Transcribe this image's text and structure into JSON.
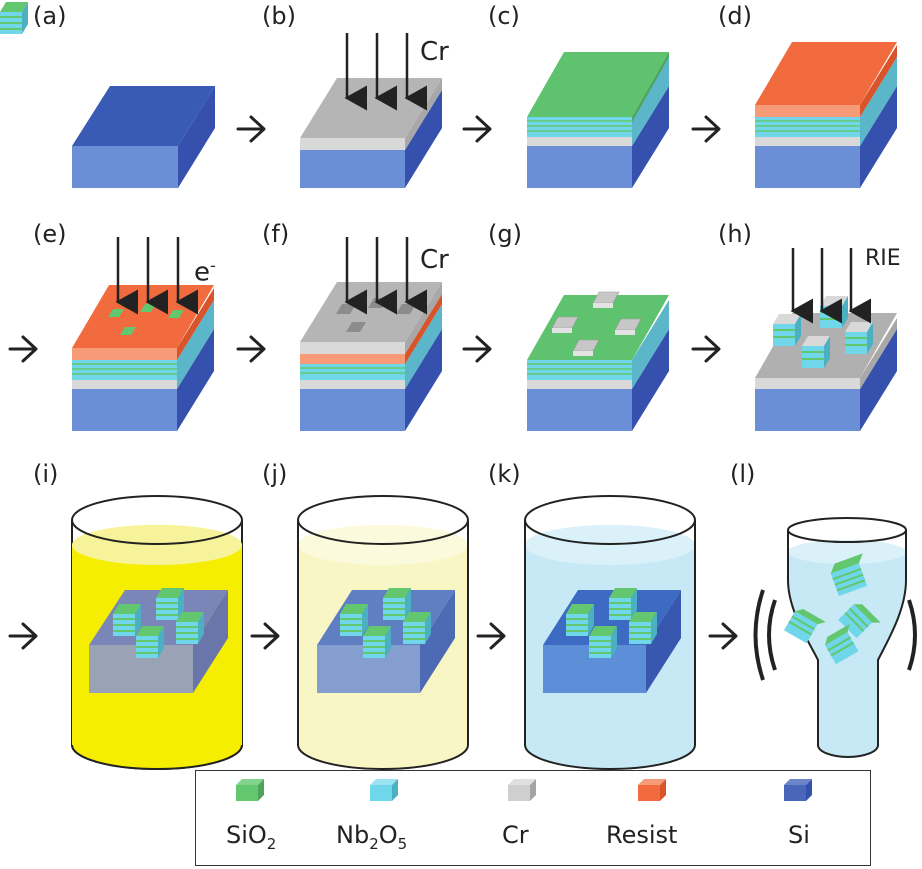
{
  "step_labels": [
    "(a)",
    "(b)",
    "(c)",
    "(d)",
    "(e)",
    "(f)",
    "(g)",
    "(h)",
    "(i)",
    "(j)",
    "(k)",
    "(l)"
  ],
  "annotations": {
    "cr_b": "Cr",
    "electron": "e",
    "electron_sup": "-",
    "cr_f": "Cr",
    "rie": "RIE"
  },
  "legend": [
    {
      "name": "SiO",
      "sub": "2",
      "tail": "",
      "tail_sub": "",
      "color": "#5fc26e"
    },
    {
      "name": "Nb",
      "sub": "2",
      "tail": "O",
      "tail_sub": "5",
      "color": "#66d2e6"
    },
    {
      "name": "Cr",
      "sub": "",
      "tail": "",
      "tail_sub": "",
      "color": "#bdbdbd"
    },
    {
      "name": "Resist",
      "sub": "",
      "tail": "",
      "tail_sub": "",
      "color": "#f26b3e"
    },
    {
      "name": "Si",
      "sub": "",
      "tail": "",
      "tail_sub": "",
      "color": "#3f5fb5"
    }
  ],
  "colors": {
    "si_top": "#3a5bb5",
    "si_front": "#6b8fd6",
    "si_side": "#3550ad",
    "cr": "#bdbdbd",
    "sio2": "#62c76e",
    "nb2o5": "#70d6ea",
    "resist": "#f26b3e",
    "bath_i": "#f5ee00",
    "bath_j": "#f8f6c4",
    "bath_k": "#c7e9f6"
  }
}
